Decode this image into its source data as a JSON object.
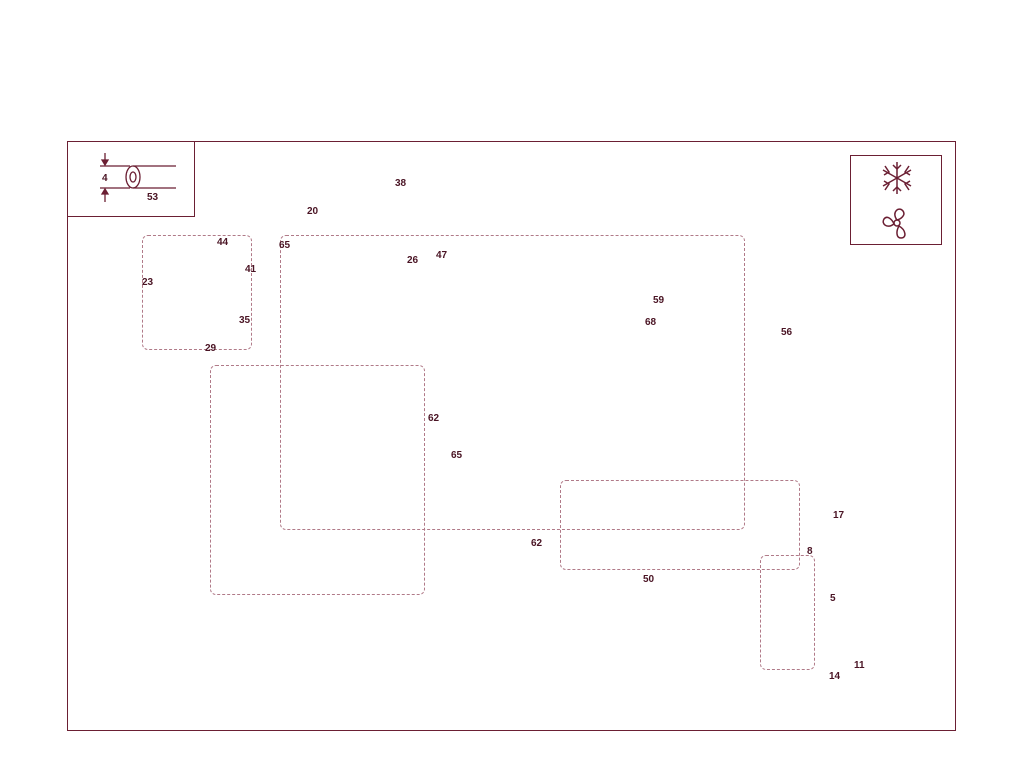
{
  "legend": {
    "dimension_value": "4",
    "part_number": "53"
  },
  "symbols": {
    "cold_icon": "snowflake-icon",
    "fan_icon": "fan-icon"
  },
  "colors": {
    "line": "#6b1f33",
    "text": "#4a1424"
  },
  "callouts": [
    "38",
    "20",
    "65",
    "26",
    "47",
    "44",
    "41",
    "23",
    "35",
    "29",
    "59",
    "68",
    "56",
    "62",
    "65",
    "62",
    "17",
    "8",
    "50",
    "5",
    "14",
    "11"
  ]
}
